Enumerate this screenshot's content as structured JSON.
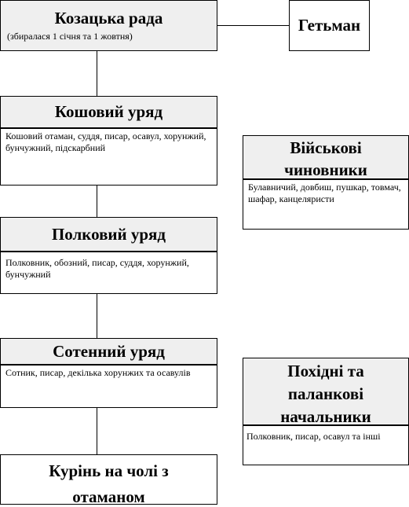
{
  "rada": {
    "title": "Козацька рада",
    "subtitle": "(збиралася 1 січня та 1 жовтня)"
  },
  "hetman": {
    "title": "Гетьман"
  },
  "koshovyi": {
    "title": "Кошовий уряд",
    "desc": "Кошовий отаман, суддя, писар, осавул, хорунжий, бунчужний, підскарбний"
  },
  "viyskovi": {
    "title_line1": "Військові",
    "title_line2": "чиновники",
    "desc": "Булавничий, довбиш, пушкар, товмач, шафар, канцеляристи"
  },
  "polkovyi": {
    "title": "Полковий уряд",
    "desc": "Полковник, обозний, писар, суддя, хорунжий, бунчужний"
  },
  "sotennyi": {
    "title": "Сотенний уряд",
    "desc": "Сотник, писар, декілька хорунжих та осавулів"
  },
  "pokhidni": {
    "title_line1": "Похідні та",
    "title_line2": "паланкові",
    "title_line3": "начальники",
    "desc": "Полковник, писар, осавул та інші"
  },
  "kurin": {
    "title_line1": "Курінь на чолі з",
    "title_line2": "отаманом"
  }
}
